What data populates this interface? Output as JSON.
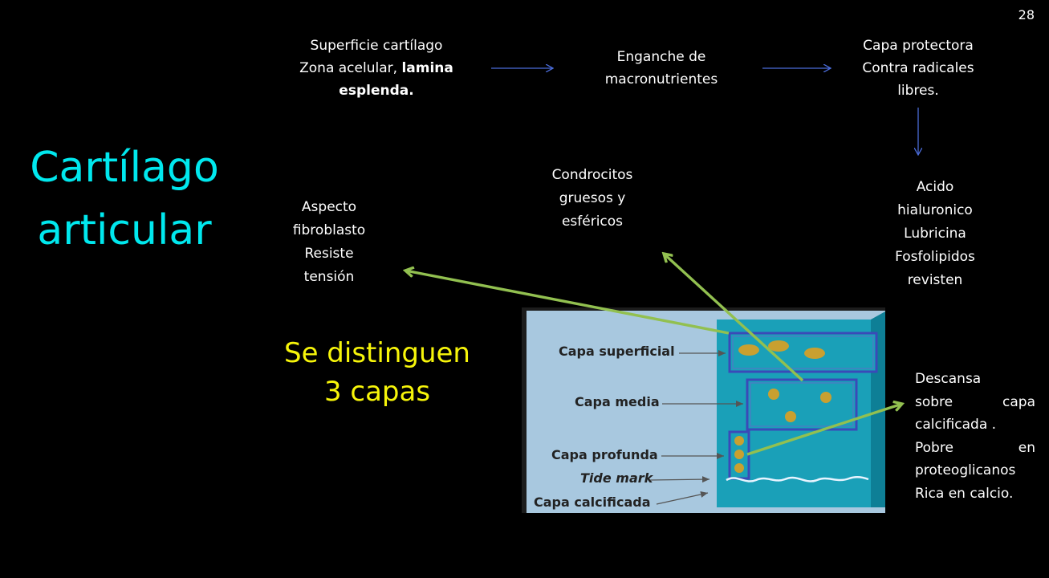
{
  "slide": {
    "number": "28"
  },
  "title": {
    "line1": "Cartílago",
    "line2": "articular"
  },
  "subtitle": {
    "line1": "Se distinguen",
    "line2": "3 capas"
  },
  "flow": {
    "surface": {
      "line1": "Superficie cartílago",
      "line2a": "Zona acelular, ",
      "line2b": "lamina",
      "line3": "esplenda."
    },
    "anchor": {
      "line1": "Enganche de",
      "line2": "macronutrientes"
    },
    "protect": {
      "line1": "Capa protectora",
      "line2": "Contra radicales",
      "line3": "libres."
    }
  },
  "notes": {
    "acid": [
      "Acido",
      "hialuronico",
      "Lubricina",
      "Fosfolipidos",
      "revisten"
    ],
    "fibro": [
      "Aspecto",
      "fibroblasto",
      "Resiste",
      "tensión"
    ],
    "chondro": [
      "Condrocitos",
      "gruesos y",
      "esféricos"
    ],
    "calcified": [
      "Descansa",
      "sobre capa",
      "calcificada .",
      "Pobre en",
      "proteoglicanos",
      "Rica en calcio."
    ]
  },
  "figure": {
    "labels": {
      "superficial": "Capa superficial",
      "media": "Capa media",
      "profunda": "Capa profunda",
      "tide": "Tide mark",
      "calcificada": "Capa calcificada"
    }
  },
  "colors": {
    "title": "#00e8ee",
    "subtitle": "#f7f50a",
    "arrow_green": "#92c050",
    "arrow_blue": "#4a6bd8",
    "figure_bg": "#a8c8df",
    "block": "#1aa0b8"
  }
}
